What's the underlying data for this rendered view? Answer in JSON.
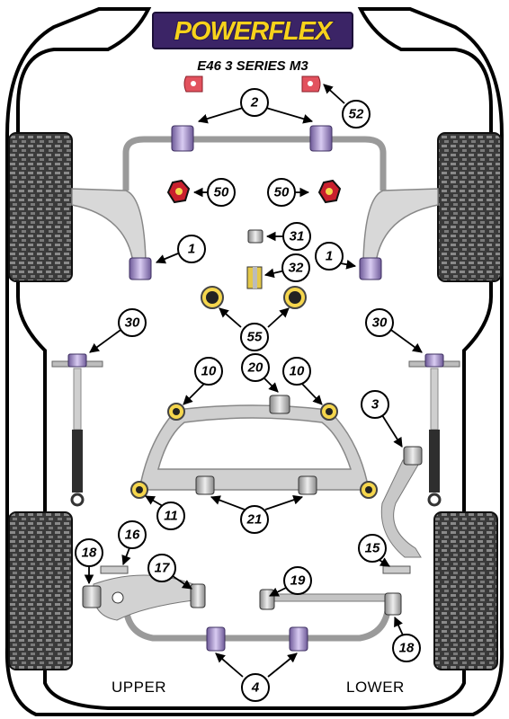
{
  "brand": {
    "logo": "POWERFLEX"
  },
  "model": {
    "title": "E46 3 SERIES M3"
  },
  "labels": {
    "upper": "UPPER",
    "lower": "LOWER"
  },
  "callouts": {
    "n2": "2",
    "n52": "52",
    "n50a": "50",
    "n50b": "50",
    "n31": "31",
    "n1a": "1",
    "n1b": "1",
    "n32": "32",
    "n55": "55",
    "n30a": "30",
    "n30b": "30",
    "n10a": "10",
    "n20": "20",
    "n10b": "10",
    "n3": "3",
    "n11": "11",
    "n21": "21",
    "n18a": "18",
    "n16": "16",
    "n17": "17",
    "n15": "15",
    "n19": "19",
    "n18b": "18",
    "n4": "4"
  },
  "colors": {
    "bush": "#b19ad8",
    "bushDark": "#6e5a98",
    "frame": "#9a9a9a",
    "link": "#c4c4c4",
    "tyre": "#2b2b2b",
    "orange": "#f5d64d"
  }
}
